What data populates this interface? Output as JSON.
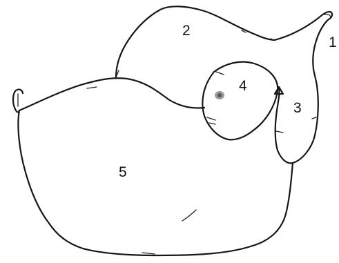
{
  "labels": {
    "region_1": "1",
    "region_2": "2",
    "region_3": "3",
    "region_4": "4",
    "region_5": "5"
  },
  "colors": {
    "ink": "#161616",
    "background": "#ffffff",
    "spot": "#7a7a7a"
  }
}
